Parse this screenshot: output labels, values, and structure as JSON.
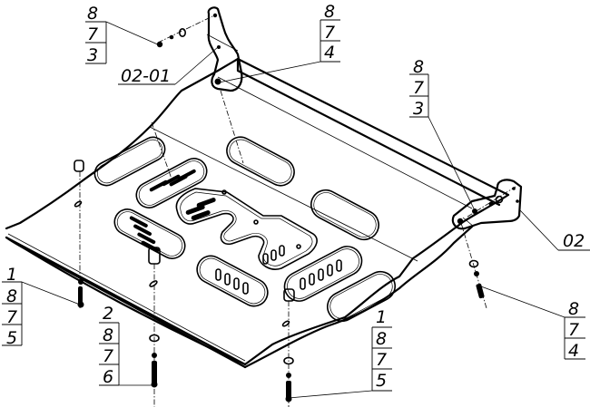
{
  "drawing": {
    "title": "Skid plate assembly (exploded view)",
    "part_labels": {
      "bracket_left": "02-01",
      "bracket_right": "02"
    },
    "callouts": [
      {
        "id": "top-left",
        "items": [
          "8",
          "7",
          "3"
        ]
      },
      {
        "id": "top-center",
        "items": [
          "8",
          "7",
          "4"
        ]
      },
      {
        "id": "right-upper",
        "items": [
          "8",
          "7",
          "3"
        ]
      },
      {
        "id": "right-lower",
        "items": [
          "8",
          "7",
          "4"
        ]
      },
      {
        "id": "left-bolt",
        "items": [
          "1",
          "8",
          "7",
          "5"
        ]
      },
      {
        "id": "center-left-bolt",
        "items": [
          "2",
          "8",
          "7",
          "6"
        ]
      },
      {
        "id": "center-bolt",
        "items": [
          "1",
          "8",
          "7",
          "5"
        ]
      }
    ]
  }
}
